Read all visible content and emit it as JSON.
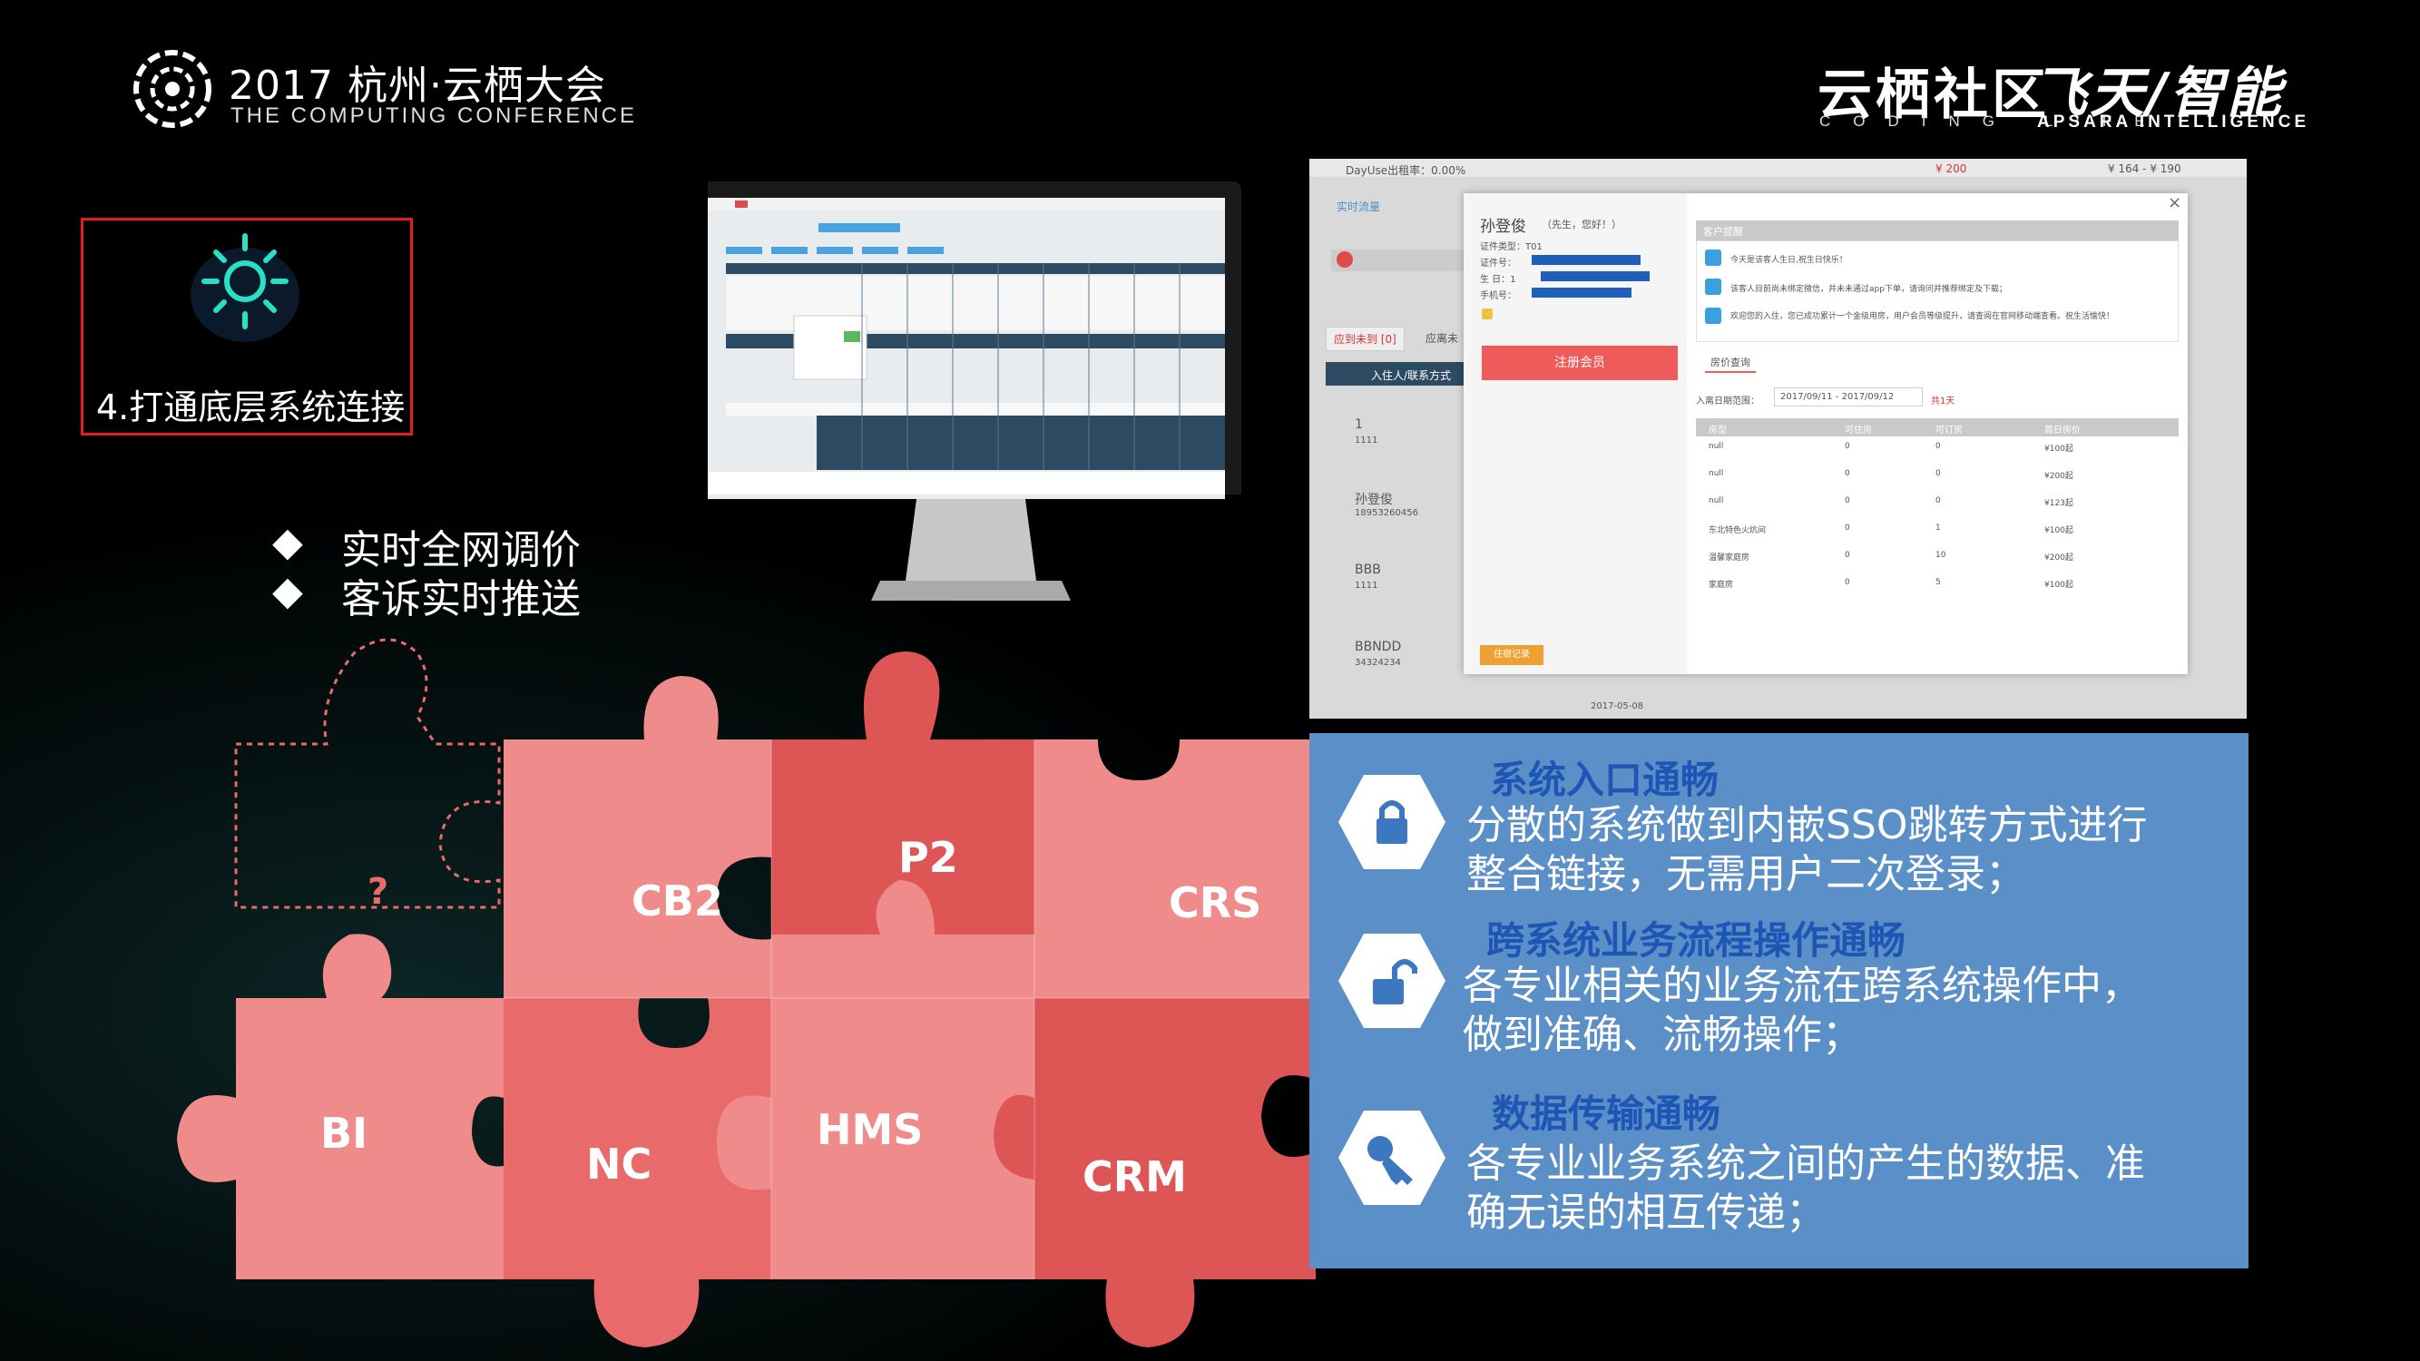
{
  "header": {
    "conference_title": "2017 杭州·云栖大会",
    "conference_subtitle": "THE COMPUTING CONFERENCE",
    "brand_community": "云栖社区",
    "brand_community_sub": "CODING LIFE",
    "brand_feitian": "飞天/智能",
    "brand_feitian_sub": "APSARA INTELLIGENCE"
  },
  "step": {
    "label": "4.打通底层系统连接",
    "icon": "sun-icon"
  },
  "bullets": [
    "实时全网调价",
    "客诉实时推送"
  ],
  "puzzle": {
    "question_mark": "?",
    "pieces": [
      "CB2",
      "P2",
      "CRS",
      "BI",
      "NC",
      "HMS",
      "CRM"
    ],
    "colors": {
      "light": "#f08b8b",
      "mid": "#e86a6a",
      "dark": "#dd5555"
    }
  },
  "features": [
    {
      "title": "系统入口通畅",
      "body_lines": [
        "分散的系统做到内嵌SSO跳转方式进行",
        "整合链接，无需用户二次登录；"
      ],
      "icon": "lock-icon"
    },
    {
      "title": "跨系统业务流程操作通畅",
      "body_lines": [
        "各专业相关的业务流在跨系统操作中，",
        "做到准确、流畅操作；"
      ],
      "icon": "unlock-icon"
    },
    {
      "title": "数据传输通畅",
      "body_lines": [
        "各专业业务系统之间的产生的数据、准",
        "确无误的相互传递；"
      ],
      "icon": "key-icon"
    }
  ],
  "screenshot": {
    "top_bar": "DayUse出租率：0.00%",
    "top_price_1": "¥ 200",
    "top_price_2": "¥ 164 - ¥ 190",
    "left_title": "实时流量",
    "left_tab_1": "应到未到 [0]",
    "left_tab_2": "应离未",
    "left_header": "入住人/联系方式",
    "guests": [
      {
        "name": "1",
        "sub": "1111"
      },
      {
        "name": "孙登俊",
        "sub": "18953260456"
      },
      {
        "name": "BBB",
        "sub": "1111"
      },
      {
        "name": "BBNDD",
        "sub": "34324234"
      }
    ],
    "bottom_date": "2017-05-08",
    "modal": {
      "guest_name": "孙登俊",
      "greeting": "（先生，您好！）",
      "id_type": "证件类型：T01",
      "id_no": "证件号：",
      "birthday": "生 日：1",
      "phone": "手机号：",
      "register_button": "注册会员",
      "history_button": "住宿记录",
      "tips_title": "客户提醒",
      "tips": [
        "今天是该客人生日,祝生日快乐！",
        "该客人目前尚未绑定微信，并未未通过app下单，请询问并推荐绑定及下载；",
        "欢迎您的入住，您已成功累计一个金级用房，用户会员等级提升，请查阅在官网移动端查看。祝生活愉快！"
      ],
      "tab_label": "房价查询",
      "date_label": "入离日期范围：",
      "date_range": "2017/09/11 - 2017/09/12",
      "nights": "共1天",
      "close": "×",
      "table_headers": [
        "房型",
        "可住房",
        "可订房",
        "首日房价"
      ],
      "table_rows": [
        [
          "null",
          "0",
          "0",
          "¥100起"
        ],
        [
          "null",
          "0",
          "0",
          "¥200起"
        ],
        [
          "null",
          "0",
          "0",
          "¥123起"
        ],
        [
          "东北特色火炕间",
          "0",
          "1",
          "¥100起"
        ],
        [
          "温馨家庭房",
          "0",
          "10",
          "¥200起"
        ],
        [
          "家庭房",
          "0",
          "5",
          "¥100起"
        ]
      ]
    }
  }
}
